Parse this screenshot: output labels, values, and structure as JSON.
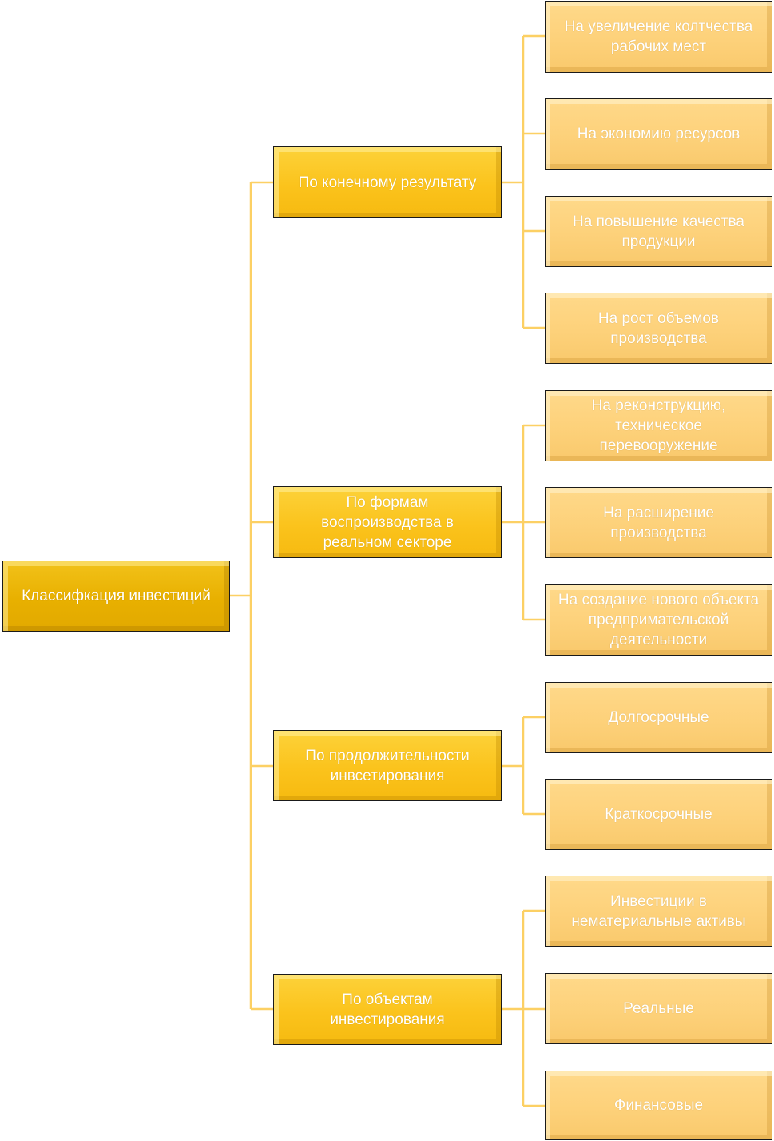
{
  "diagram": {
    "root": {
      "label": "Классифкация инвестиций"
    },
    "categories": [
      {
        "label": "По конечному результату",
        "children": [
          "На увеличение  колтчества рабочих мест",
          "На экономию ресурсов",
          "На повышение  качества продукции",
          "На рост объемов производства"
        ]
      },
      {
        "label": "По формам воспроизводства в реальном секторе",
        "children": [
          "На реконструкцию, техническое перевооружение",
          "На расширение производства",
          "На создание нового объекта предпримательской деятельности"
        ]
      },
      {
        "label": "По продолжительности инвсетирования",
        "children": [
          "Долгосрочные",
          "Краткосрочные"
        ]
      },
      {
        "label": "По объектам инвестирования",
        "children": [
          "Инвестиции в нематериальные активы",
          "Реальные",
          "Финансовые"
        ]
      }
    ],
    "colors": {
      "connector": "#fcd064",
      "root_fill": "#e8b000",
      "level1_fill": "#fbc31c",
      "level2_fill": "#fdd17a",
      "text": "#ffffff",
      "border": "#1a1a1a"
    }
  }
}
